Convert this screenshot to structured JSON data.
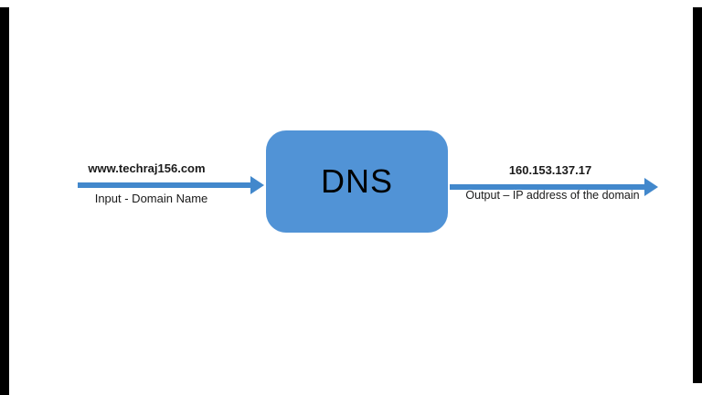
{
  "diagram": {
    "node": {
      "label": "DNS"
    },
    "input": {
      "top_label": "www.techraj156.com",
      "bottom_label": "Input -  Domain Name"
    },
    "output": {
      "top_label": "160.153.137.17",
      "bottom_label": "Output – IP address of the domain"
    }
  },
  "colors": {
    "node_fill": "#5193d6",
    "arrow": "#4288cc",
    "text": "#1a1a1a",
    "letterbox": "#000000"
  }
}
